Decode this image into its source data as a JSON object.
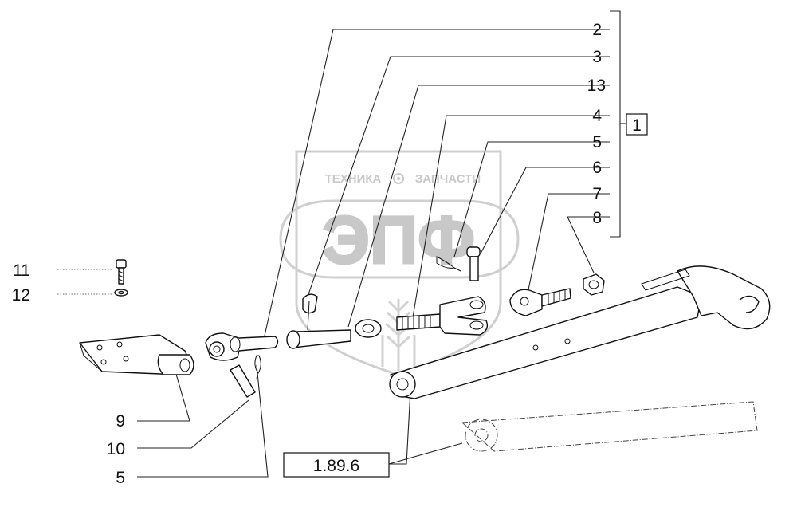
{
  "watermark": {
    "logo": "ЭПФ",
    "left_word": "ТЕХНИКА",
    "right_word": "ЗАПЧАСТИ"
  },
  "callouts": {
    "c2": "2",
    "c3": "3",
    "c13": "13",
    "c4": "4",
    "c5_top": "5",
    "c6": "6",
    "c7": "7",
    "c8": "8",
    "c1": "1",
    "c11": "11",
    "c12": "12",
    "c9": "9",
    "c10": "10",
    "c5_bottom": "5"
  },
  "reference": {
    "label": "1.89.6"
  }
}
